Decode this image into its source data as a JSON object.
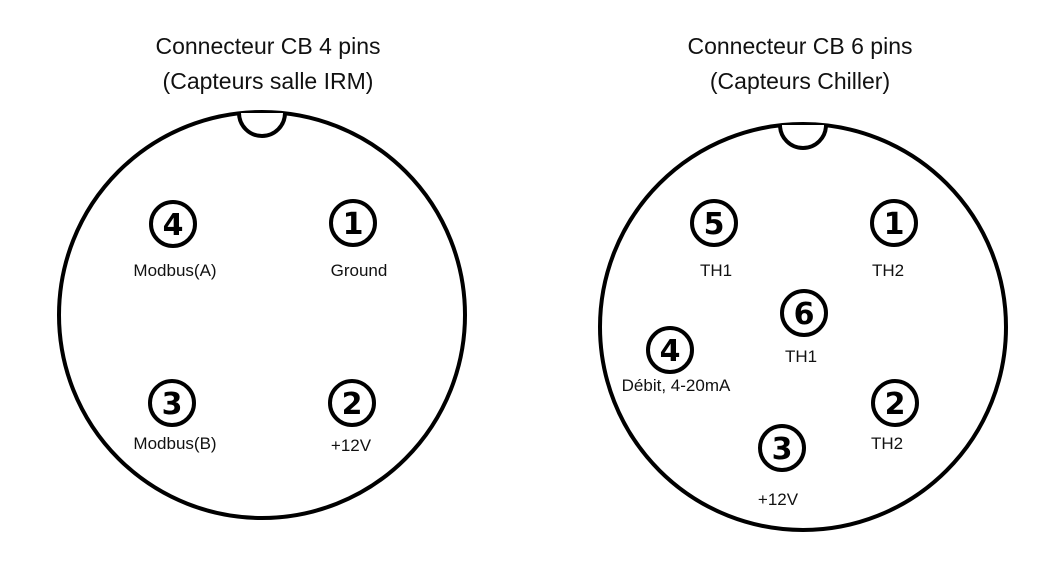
{
  "connectors": [
    {
      "title_line1": "Connecteur CB 4 pins",
      "title_line2": "(Capteurs salle IRM)",
      "pins": [
        {
          "number": "4",
          "label": "Modbus(A)"
        },
        {
          "number": "1",
          "label": "Ground"
        },
        {
          "number": "3",
          "label": "Modbus(B)"
        },
        {
          "number": "2",
          "label": "+12V"
        }
      ]
    },
    {
      "title_line1": "Connecteur CB 6 pins",
      "title_line2": "(Capteurs Chiller)",
      "pins": [
        {
          "number": "5",
          "label": "TH1"
        },
        {
          "number": "1",
          "label": "TH2"
        },
        {
          "number": "6",
          "label": "TH1"
        },
        {
          "number": "4",
          "label": "Débit, 4-20mA"
        },
        {
          "number": "2",
          "label": "TH2"
        },
        {
          "number": "3",
          "label": "+12V"
        }
      ]
    }
  ]
}
